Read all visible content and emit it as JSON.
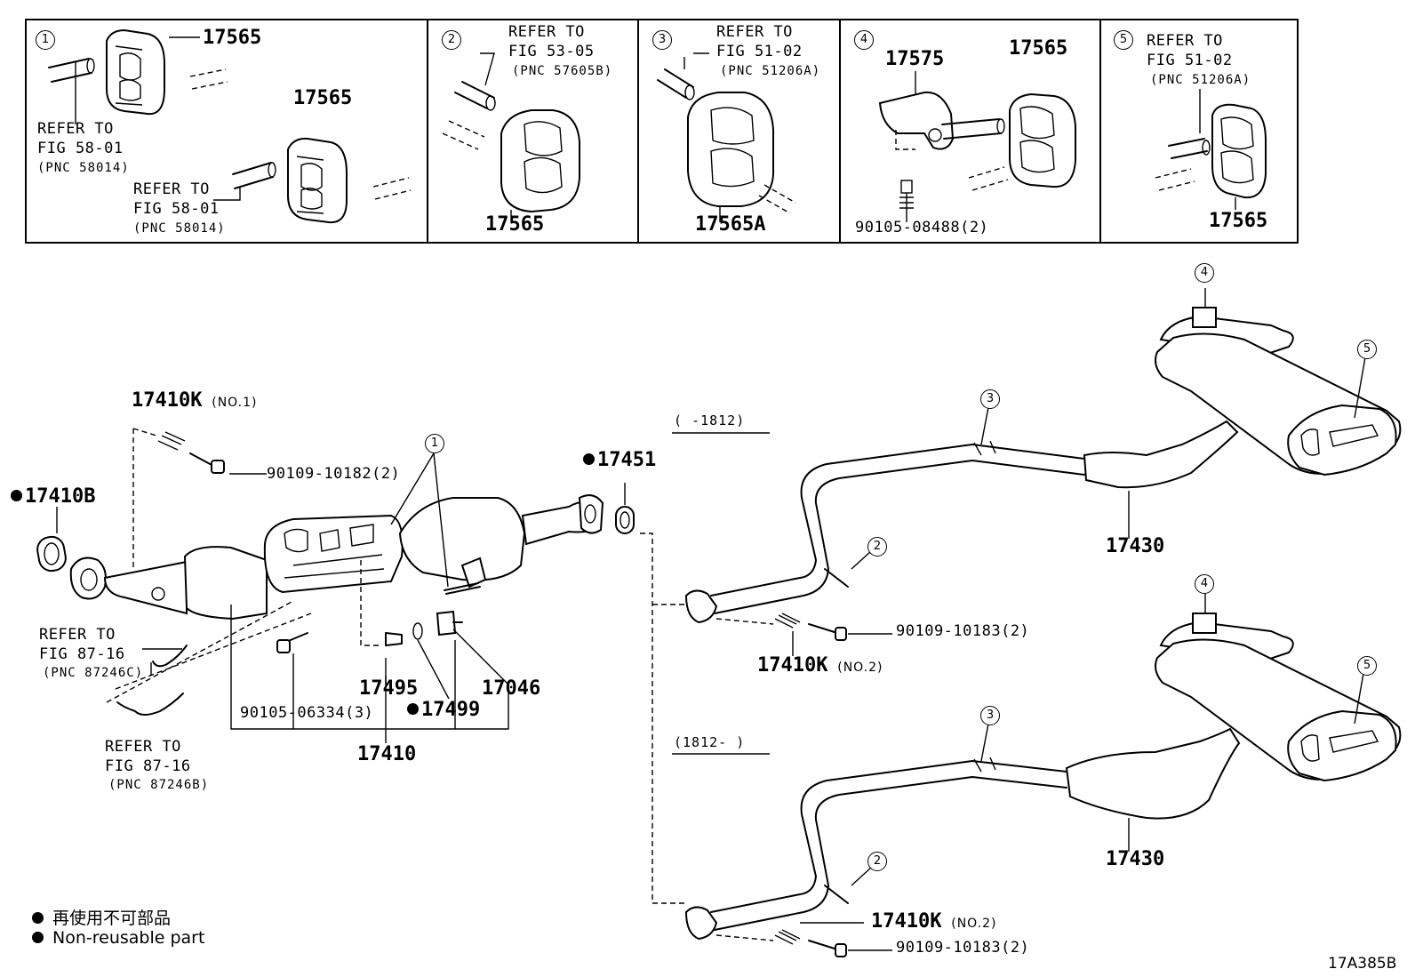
{
  "insets": [
    {
      "id": "1",
      "part_top": "17565",
      "part_mid": "17565",
      "ref1": [
        "REFER TO",
        "FIG 58-01",
        "(PNC 58014)"
      ],
      "ref2": [
        "REFER TO",
        "FIG 58-01",
        "(PNC 58014)"
      ]
    },
    {
      "id": "2",
      "ref": [
        "REFER TO",
        "FIG 53-05",
        "(PNC 57605B)"
      ],
      "part": "17565"
    },
    {
      "id": "3",
      "ref": [
        "REFER TO",
        "FIG 51-02",
        "(PNC 51206A)"
      ],
      "part": "17565A"
    },
    {
      "id": "4",
      "bracket": "17575",
      "part": "17565",
      "bolt": "90105-08488(2)"
    },
    {
      "id": "5",
      "ref": [
        "REFER TO",
        "FIG 51-02",
        "(PNC 51206A)"
      ],
      "part": "17565"
    }
  ],
  "main": {
    "p17410K_no1": "17410K",
    "no1": "(NO.1)",
    "p90109_10182": "90109-10182(2)",
    "p17410B": "17410B",
    "ref_87246C": [
      "REFER TO",
      "FIG 87-16",
      "(PNC 87246C)"
    ],
    "ref_87246B": [
      "REFER TO",
      "FIG 87-16",
      "(PNC 87246B)"
    ],
    "p90105_06334": "90105-06334(3)",
    "p17495": "17495",
    "p17499": "17499",
    "p17046": "17046",
    "p17410": "17410",
    "p17451": "17451",
    "callout_1": "1",
    "range_top": "(      -1812)",
    "range_bottom": "(1812-      )",
    "p90109_10183_a": "90109-10183(2)",
    "p17410K_no2_a": "17410K",
    "no2_a": "(NO.2)",
    "p17430_a": "17430",
    "p17410K_no2_b": "17410K",
    "no2_b": "(NO.2)",
    "p90109_10183_b": "90109-10183(2)",
    "p17430_b": "17430",
    "callouts_top": [
      "4",
      "5",
      "3",
      "2"
    ],
    "callouts_bottom": [
      "4",
      "5",
      "3",
      "2"
    ]
  },
  "legend": {
    "jp": "再使用不可部品",
    "en": "Non-reusable part"
  },
  "figure_id": "17A385B"
}
